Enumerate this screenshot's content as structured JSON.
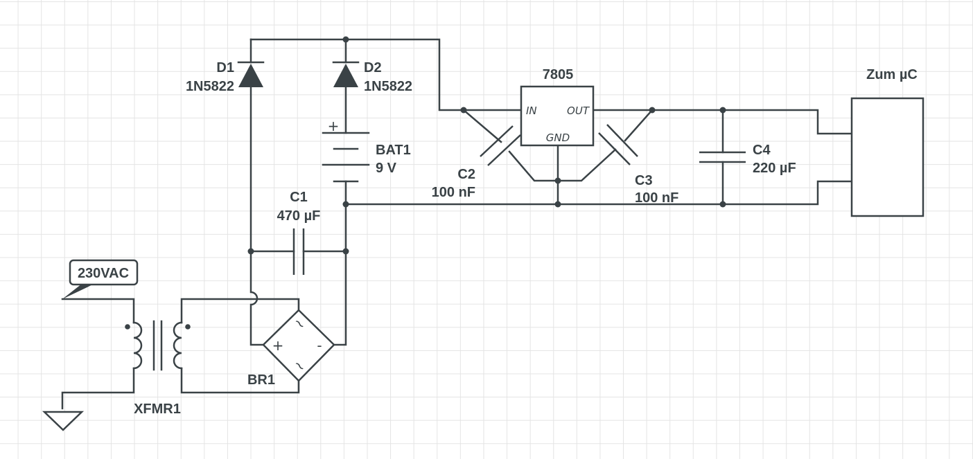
{
  "source": {
    "label": "230VAC"
  },
  "transformer": {
    "ref": "XFMR1"
  },
  "bridge": {
    "ref": "BR1",
    "plus_sign": "+",
    "minus_sign": "-",
    "ac_sign": "~"
  },
  "c1": {
    "ref": "C1",
    "value": "470 µF"
  },
  "d1": {
    "ref": "D1",
    "part": "1N5822"
  },
  "d2": {
    "ref": "D2",
    "part": "1N5822"
  },
  "battery": {
    "ref": "BAT1",
    "value": "9 V",
    "plus_sign": "+"
  },
  "regulator": {
    "ref": "7805",
    "pin_in": "IN",
    "pin_out": "OUT",
    "pin_gnd": "GND"
  },
  "c2": {
    "ref": "C2",
    "value": "100 nF"
  },
  "c3": {
    "ref": "C3",
    "value": "100 nF"
  },
  "c4": {
    "ref": "C4",
    "value": "220 µF"
  },
  "output": {
    "label": "Zum µC"
  }
}
